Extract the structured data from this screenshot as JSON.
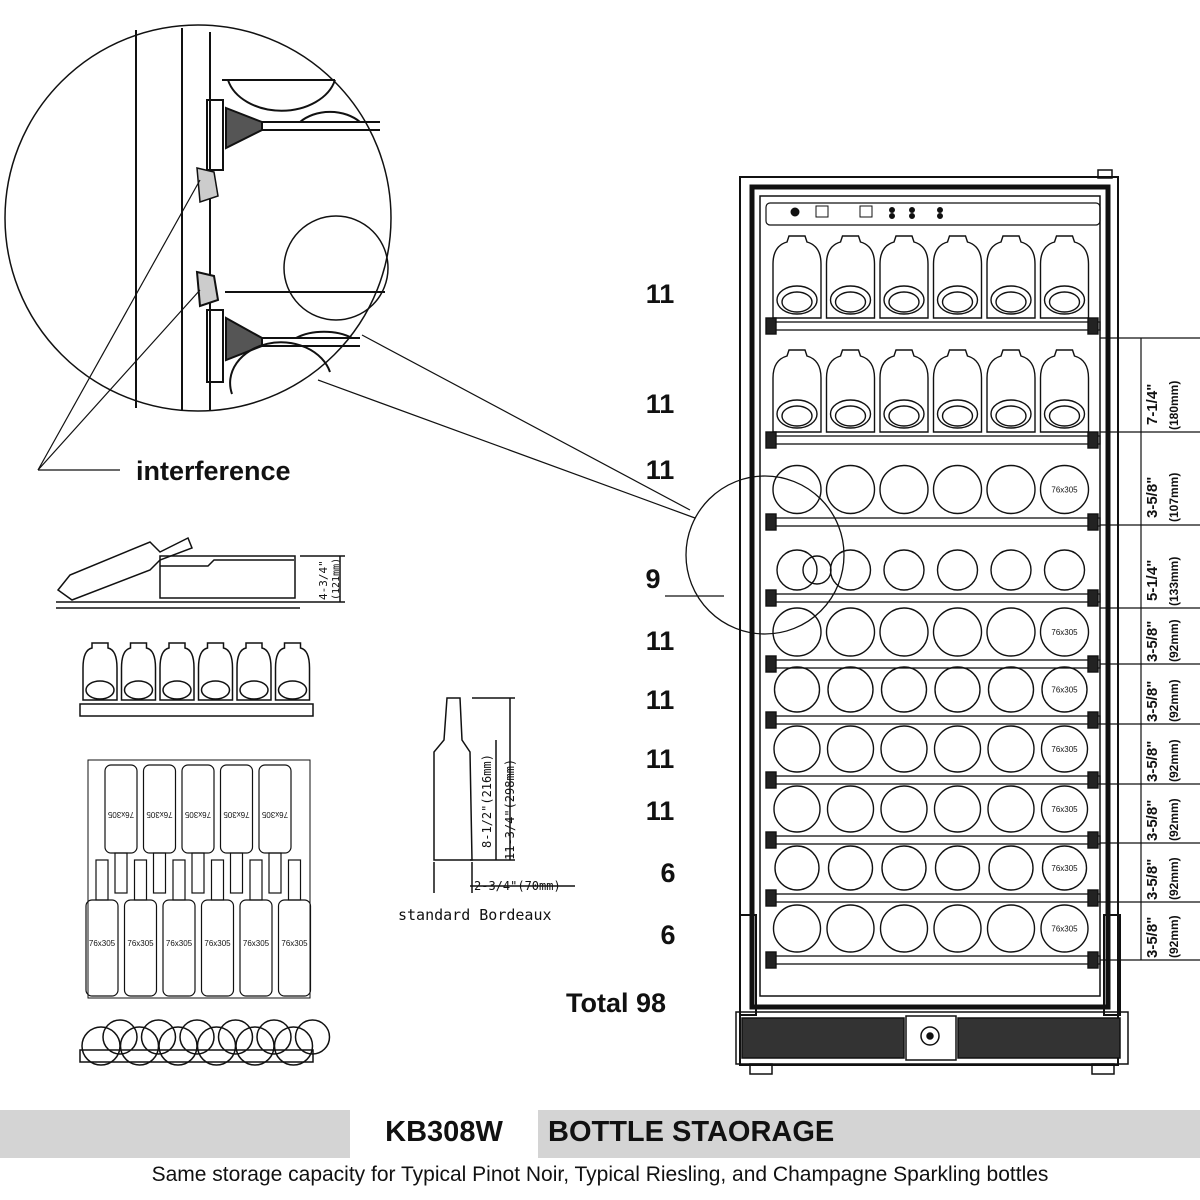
{
  "labels": {
    "interference": "interference",
    "standard_bordeaux": "standard Bordeaux",
    "bottle_width": "2-3/4\"(70mm)",
    "bottle_height_shoulder": "8-1/2\"(216mm)",
    "bottle_height_total": "11-3/4\"(298mm)",
    "slide_shelf_height": "4-3/4\"",
    "slide_shelf_height_mm": "(121mm)",
    "bottle_tag": "76x305"
  },
  "shelf_counts": [
    "11",
    "11",
    "11",
    "9",
    "11",
    "11",
    "11",
    "11",
    "6",
    "6"
  ],
  "total": "Total 98",
  "dimensions": [
    {
      "in": "7-1/4\"",
      "mm": "(180mm)"
    },
    {
      "in": "3-5/8\"",
      "mm": "(107mm)"
    },
    {
      "in": "5-1/4\"",
      "mm": "(133mm)"
    },
    {
      "in": "3-5/8\"",
      "mm": "(92mm)"
    },
    {
      "in": "3-5/8\"",
      "mm": "(92mm)"
    },
    {
      "in": "3-5/8\"",
      "mm": "(92mm)"
    },
    {
      "in": "3-5/8\"",
      "mm": "(92mm)"
    },
    {
      "in": "3-5/8\"",
      "mm": "(92mm)"
    },
    {
      "in": "3-5/8\"",
      "mm": "(92mm)"
    }
  ],
  "footer": {
    "model": "KB308W",
    "title": "BOTTLE STAORAGE",
    "subtitle": "Same storage capacity for Typical Pinot Noir, Typical Riesling, and Champagne Sparkling bottles"
  }
}
